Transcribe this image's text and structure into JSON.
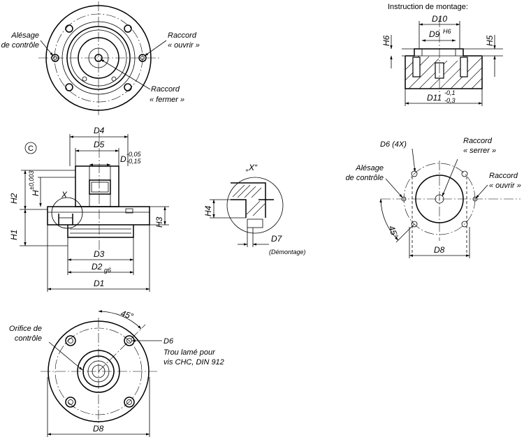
{
  "labels": {
    "bore_check_top": [
      "Alésage",
      "de contrôle"
    ],
    "port_open_top": [
      "Raccord",
      "« ouvrir »"
    ],
    "port_close_top": [
      "Raccord",
      "« fermer »"
    ],
    "mount_title": "Instruction de montage:",
    "d10": "D10",
    "d9": "D9",
    "d9_tol": "H6",
    "h6": "H6",
    "h5": "H5",
    "d11": "D11",
    "d11_tol_up": "-0,1",
    "d11_tol_lo": "-0,3",
    "section_c": "C",
    "d4": "D4",
    "d5": "D5",
    "d_main": "D",
    "d_tol_up": "-0,05",
    "d_tol_lo": "-0,15",
    "h_letter": "H",
    "h_tol": "±0,003",
    "h2": "H2",
    "h1": "H1",
    "h3": "H3",
    "x_marker": "X",
    "d3": "D3",
    "d2": "D2",
    "d2_tol": "g6",
    "d1": "D1",
    "detail_x_title": "„X“",
    "h4": "H4",
    "d7": "D7",
    "d7_note": "(Démontage)",
    "d6_4x": "D6 (4X)",
    "port_clamp": [
      "Raccord",
      "« serrer »"
    ],
    "bore_check_right": [
      "Alésage",
      "de contrôle"
    ],
    "port_open_right": [
      "Raccord",
      "« ouvrir »"
    ],
    "angle_45_right": "45°",
    "d8_right": "D8",
    "angle_45_bottom": "45°",
    "orifice": [
      "Orifice de",
      "contrôle"
    ],
    "d6": "D6",
    "counterbore": [
      "Trou lamé pour",
      "vis CHC, DIN 912"
    ],
    "d8_bottom": "D8"
  }
}
